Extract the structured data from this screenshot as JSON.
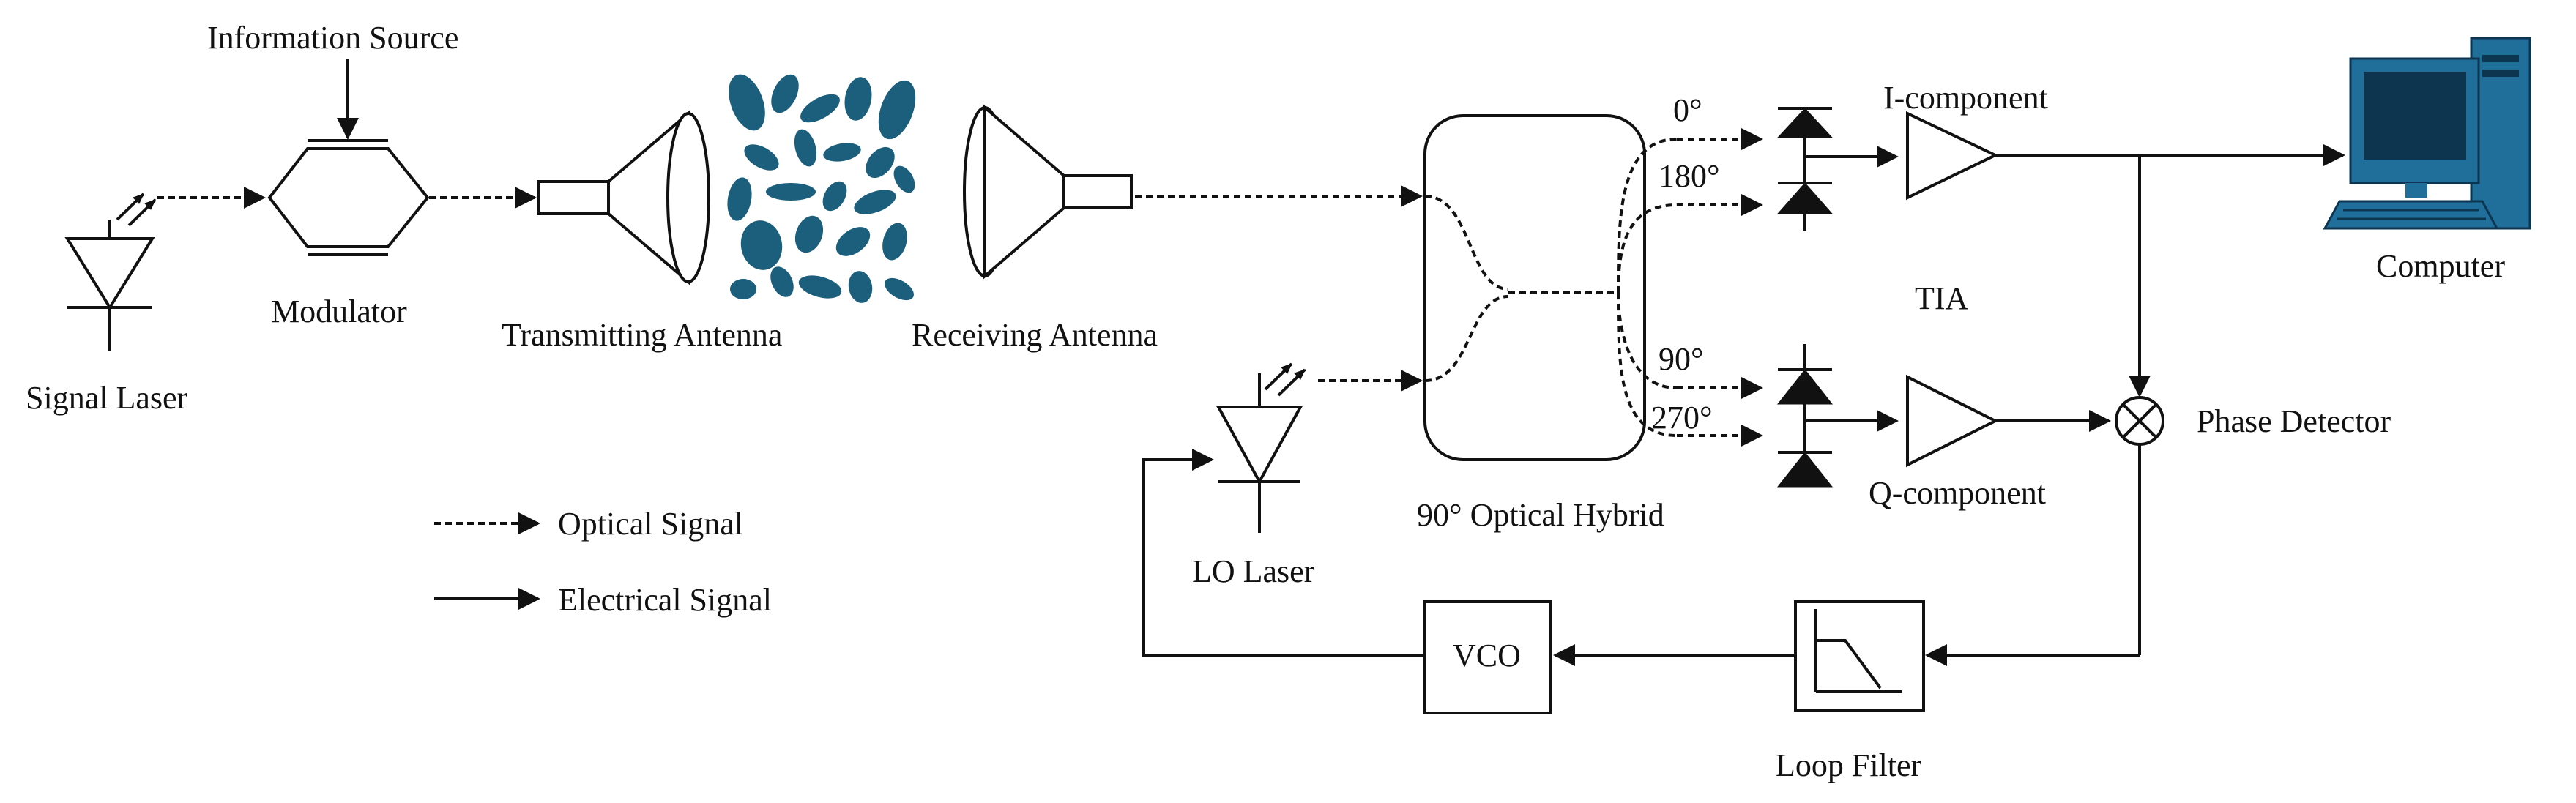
{
  "labels": {
    "information_source": "Information Source",
    "signal_laser": "Signal Laser",
    "modulator": "Modulator",
    "transmitting_antenna": "Transmitting  Antenna",
    "receiving_antenna": "Receiving  Antenna",
    "optical_hybrid": "90° Optical Hybrid",
    "lo_laser": "LO Laser",
    "i_component": "I-component",
    "q_component": "Q-component",
    "tia": "TIA",
    "computer": "Computer",
    "phase_detector": "Phase Detector",
    "vco": "VCO",
    "loop_filter": "Loop Filter"
  },
  "hybrid_ports": {
    "p0": "0°",
    "p180": "180°",
    "p90": "90°",
    "p270": "270°"
  },
  "legend": {
    "optical": "Optical Signal",
    "electrical": "Electrical Signal"
  },
  "colors": {
    "line": "#111111",
    "turbulence": "#1b5f7c",
    "computer_body": "#1f6f9a",
    "computer_screen": "#0d3550"
  },
  "icons": [
    "laser-diode-icon",
    "photodiode-icon",
    "amplifier-icon",
    "mixer-icon",
    "low-pass-filter-icon",
    "computer-icon",
    "antenna-horn-icon",
    "turbulence-blobs-icon"
  ]
}
